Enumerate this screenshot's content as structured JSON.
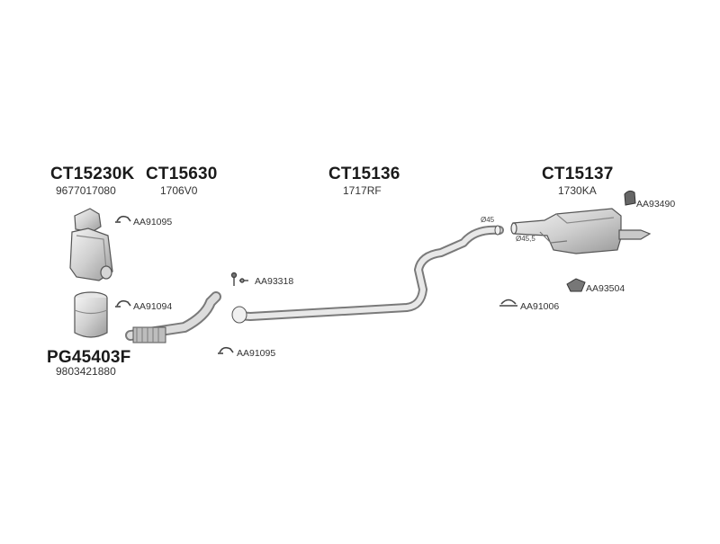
{
  "parts": {
    "catalyst": {
      "code": "CT15230K",
      "oe": "9677017080"
    },
    "front_pipe": {
      "code": "CT15630",
      "oe": "1706V0"
    },
    "middle_pipe": {
      "code": "CT15136",
      "oe": "1717RF"
    },
    "rear_silencer": {
      "code": "CT15137",
      "oe": "1730KA"
    },
    "particulate_filter": {
      "code": "PG45403F",
      "oe": "9803421880"
    }
  },
  "accessories": {
    "clamp_top": "AA91095",
    "clamp_mid": "AA91094",
    "clamp_bottom": "AA91095",
    "bolt_kit": "AA93318",
    "rubber_top": "AA93490",
    "rubber_mid": "AA93504",
    "clamp_right": "AA91006"
  },
  "dimensions": {
    "d1": "Ø45",
    "d2": "Ø45,5"
  }
}
